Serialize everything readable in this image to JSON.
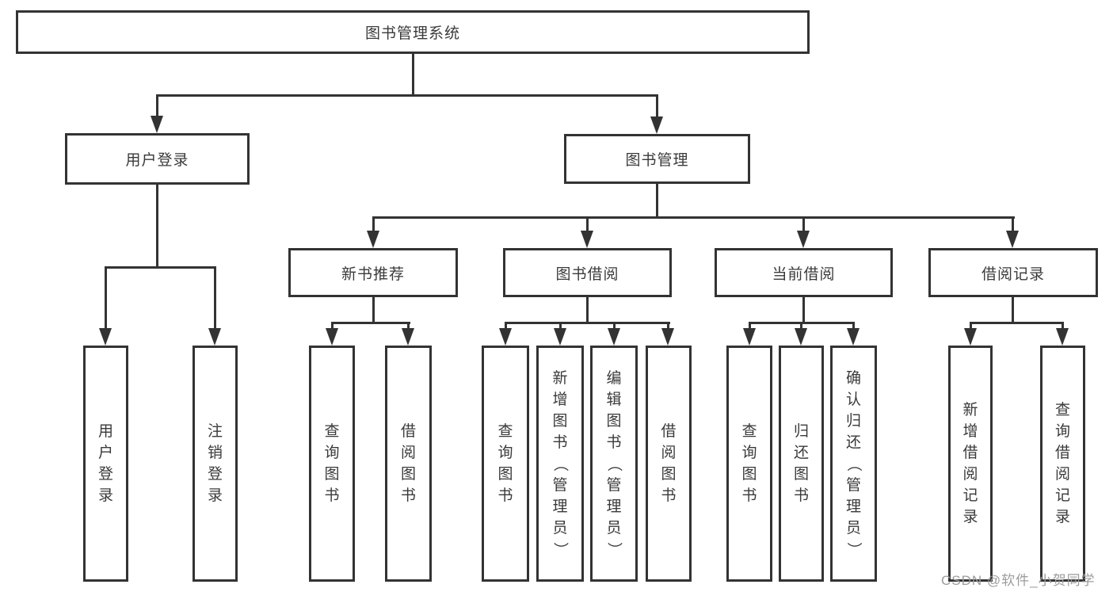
{
  "diagram": {
    "title": "图书管理系统",
    "tree": {
      "label": "图书管理系统",
      "children": [
        {
          "label": "用户登录",
          "children": [
            {
              "label": "用户登录"
            },
            {
              "label": "注销登录"
            }
          ]
        },
        {
          "label": "图书管理",
          "children": [
            {
              "label": "新书推荐",
              "children": [
                {
                  "label": "查询图书"
                },
                {
                  "label": "借阅图书"
                }
              ]
            },
            {
              "label": "图书借阅",
              "children": [
                {
                  "label": "查询图书"
                },
                {
                  "label": "新增图书（管理员）"
                },
                {
                  "label": "编辑图书（管理员）"
                },
                {
                  "label": "借阅图书"
                }
              ]
            },
            {
              "label": "当前借阅",
              "children": [
                {
                  "label": "查询图书"
                },
                {
                  "label": "归还图书"
                },
                {
                  "label": "确认归还（管理员）"
                }
              ]
            },
            {
              "label": "借阅记录",
              "children": [
                {
                  "label": "新增借阅记录"
                },
                {
                  "label": "查询借阅记录"
                }
              ]
            }
          ]
        }
      ]
    },
    "colors": {
      "line": "#333333",
      "box_border": "#333333",
      "box_fill": "#ffffff",
      "text": "#3a3a3a",
      "background": "#ffffff",
      "watermark_text_color": "#9c9c9c"
    }
  },
  "watermark": {
    "text": "CSDN @软件_小贺同学"
  }
}
